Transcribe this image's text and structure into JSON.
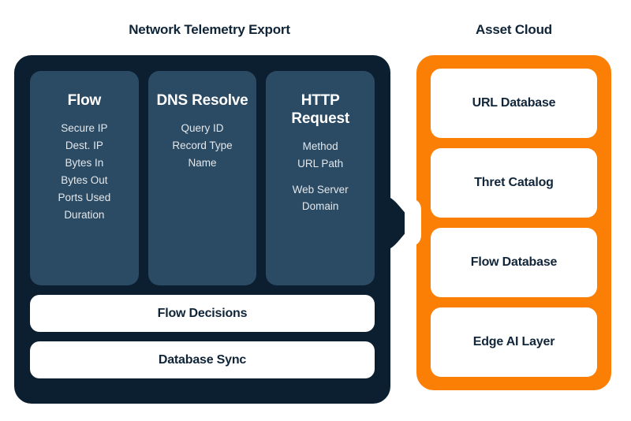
{
  "colors": {
    "panel_dark": "#0B1F30",
    "card_dark": "#2B4A63",
    "accent_orange": "#FB7E05",
    "text_dark": "#0F2437",
    "white": "#FFFFFF",
    "background": "#FFFFFF"
  },
  "left": {
    "title": "Network Telemetry Export",
    "columns": [
      {
        "title": "Flow",
        "items": [
          "Secure IP",
          "Dest. IP",
          "Bytes In",
          "Bytes Out",
          "Ports Used",
          "Duration"
        ]
      },
      {
        "title": "DNS Resolve",
        "items": [
          "Query ID",
          "Record Type",
          "Name"
        ]
      },
      {
        "title": "HTTP Request",
        "items": [
          "Method",
          "URL Path",
          "Web Server\nDomain"
        ]
      }
    ],
    "bars": [
      {
        "label": "Flow Decisions"
      },
      {
        "label": "Database Sync"
      }
    ]
  },
  "right": {
    "title": "Asset Cloud",
    "cards": [
      {
        "label": "URL Database"
      },
      {
        "label": "Thret Catalog"
      },
      {
        "label": "Flow Database"
      },
      {
        "label": "Edge AI Layer"
      }
    ]
  },
  "connector": {
    "name": "arrow-right",
    "direction": "left-to-right"
  }
}
